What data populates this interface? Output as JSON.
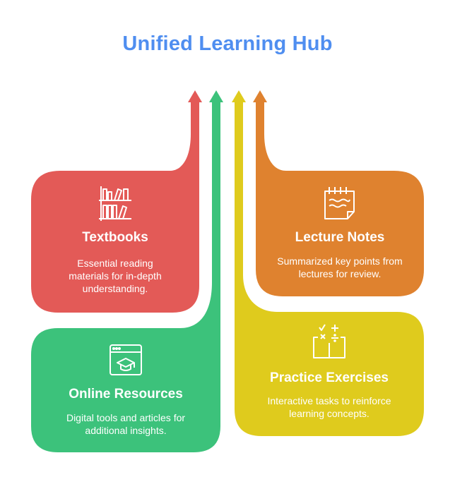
{
  "title": "Unified Learning Hub",
  "colors": {
    "title": "#4f8ef0",
    "textbooks": "#e35a57",
    "online_resources": "#3cc27b",
    "practice_exercises": "#dfcb1d",
    "lecture_notes": "#df822f"
  },
  "cards": {
    "textbooks": {
      "title": "Textbooks",
      "description": "Essential reading materials for in-depth understanding.",
      "icon": "bookshelf-icon"
    },
    "online_resources": {
      "title": "Online Resources",
      "description": "Digital tools and articles for additional insights.",
      "icon": "browser-graduation-cap-icon"
    },
    "practice_exercises": {
      "title": "Practice Exercises",
      "description": "Interactive tasks to reinforce learning concepts.",
      "icon": "math-book-icon"
    },
    "lecture_notes": {
      "title": "Lecture Notes",
      "description": "Summarized key points from lectures for review.",
      "icon": "notepad-icon"
    }
  }
}
